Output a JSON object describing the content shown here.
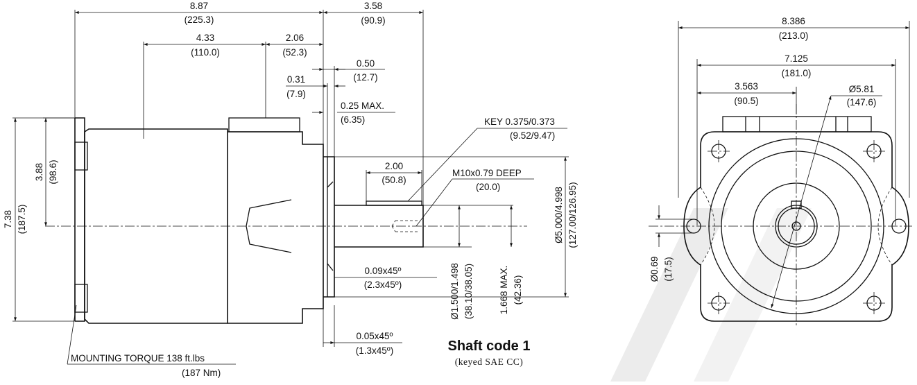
{
  "title": "Shaft code 1",
  "subtitle": "(keyed SAE CC)",
  "side_view": {
    "overall_length": "8.87",
    "overall_length_mm": "(225.3)",
    "shaft_extension": "3.58",
    "shaft_extension_mm": "(90.9)",
    "body_to_center": "4.33",
    "body_to_center_mm": "(110.0)",
    "section2": "2.06",
    "section2_mm": "(52.3)",
    "pilot_step": "0.50",
    "pilot_step_mm": "(12.7)",
    "flange_thk": "0.31",
    "flange_thk_mm": "(7.9)",
    "max_gap": "0.25 MAX.",
    "max_gap_mm": "(6.35)",
    "key": "KEY 0.375/0.373",
    "key_mm": "(9.52/9.47)",
    "key_len": "2.00",
    "key_len_mm": "(50.8)",
    "thread": "M10x0.79 DEEP",
    "thread_mm": "(20.0)",
    "chamfer1": "0.09x45º",
    "chamfer1_mm": "(2.3x45º)",
    "chamfer2": "0.05x45º",
    "chamfer2_mm": "(1.3x45º)",
    "height": "7.38",
    "height_mm": "(187.5)",
    "half_height": "3.88",
    "half_height_mm": "(98.6)",
    "shaft_dia": "Ø1.500/1.498",
    "shaft_dia_mm": "(38.10/38.05)",
    "key_height": "1.668 MAX.",
    "key_height_mm": "(42.36)",
    "pilot_dia": "Ø5.000/4.998",
    "pilot_dia_mm": "(127.00/126.95)",
    "torque": "MOUNTING TORQUE 138 ft.lbs",
    "torque_nm": "(187 Nm)"
  },
  "front_view": {
    "width": "8.386",
    "width_mm": "(213.0)",
    "hole_spacing": "7.125",
    "hole_spacing_mm": "(181.0)",
    "half_spacing": "3.563",
    "half_spacing_mm": "(90.5)",
    "bolt_circle": "Ø5.81",
    "bolt_circle_mm": "(147.6)",
    "hole_dia": "Ø0.69",
    "hole_dia_mm": "(17.5)"
  }
}
